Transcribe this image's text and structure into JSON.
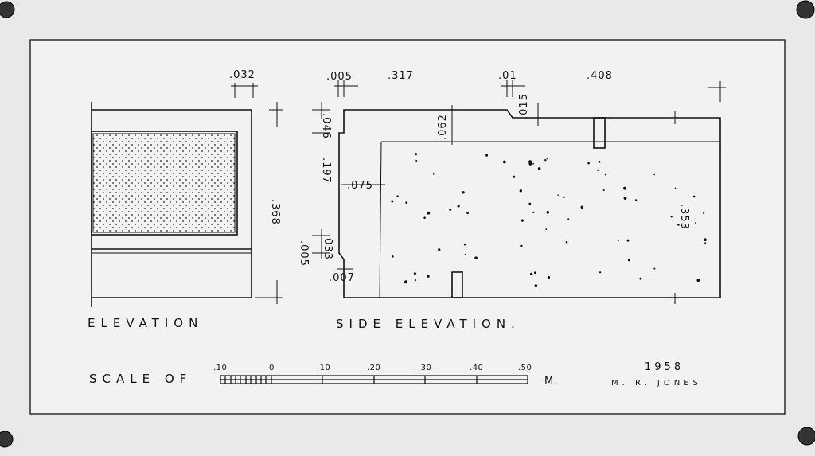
{
  "views": {
    "elevation_label": "ELEVATION",
    "side_elevation_label": "SIDE ELEVATION."
  },
  "dimensions": {
    "d032": ".032",
    "d005": ".005",
    "d317": ".317",
    "d01": ".01",
    "d408": ".408",
    "d368": ".368",
    "d046": ".046",
    "d197": ".197",
    "d075": ".075",
    "d062": ".062",
    "d015": ".015",
    "d353": ".353",
    "d033": ".033",
    "d005b": ".005",
    "d007": ".007"
  },
  "scale": {
    "label": "SCALE OF",
    "ticks": [
      ".10",
      "0",
      ".10",
      ".20",
      ".30",
      ".40",
      ".50"
    ],
    "unit": "M."
  },
  "credits": {
    "year": "1958",
    "author": "M. R. JONES"
  },
  "colors": {
    "ink": "#111111",
    "paper": "#ececec",
    "background": "#d9d9d9"
  }
}
